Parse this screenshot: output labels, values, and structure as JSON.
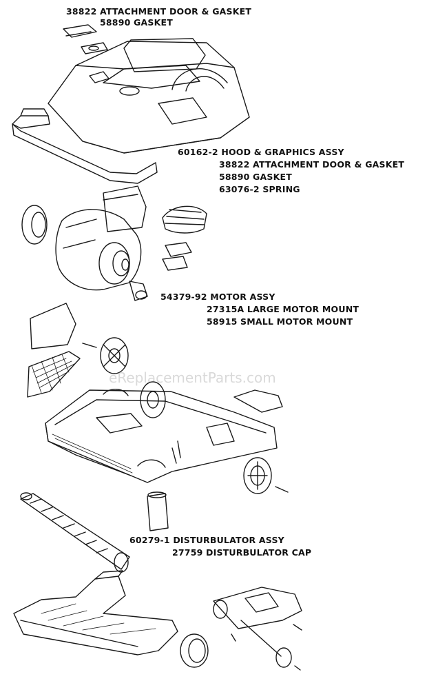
{
  "labels": {
    "hood_door": "38822 ATTACHMENT DOOR & GASKET",
    "hood_gasket": "58890 GASKET",
    "hood_assy": "60162-2 HOOD & GRAPHICS ASSY",
    "hood_assy_door": "38822 ATTACHMENT DOOR & GASKET",
    "hood_assy_gasket": "58890 GASKET",
    "hood_assy_spring": "63076-2 SPRING",
    "motor_assy": "54379-92 MOTOR ASSY",
    "large_mount": "27315A LARGE MOTOR MOUNT",
    "small_mount": "58915 SMALL MOTOR MOUNT",
    "disturbulator_assy": "60279-1 DISTURBULATOR ASSY",
    "disturbulator_cap": "27759 DISTURBULATOR CAP"
  },
  "watermark": "eReplacementParts.com"
}
